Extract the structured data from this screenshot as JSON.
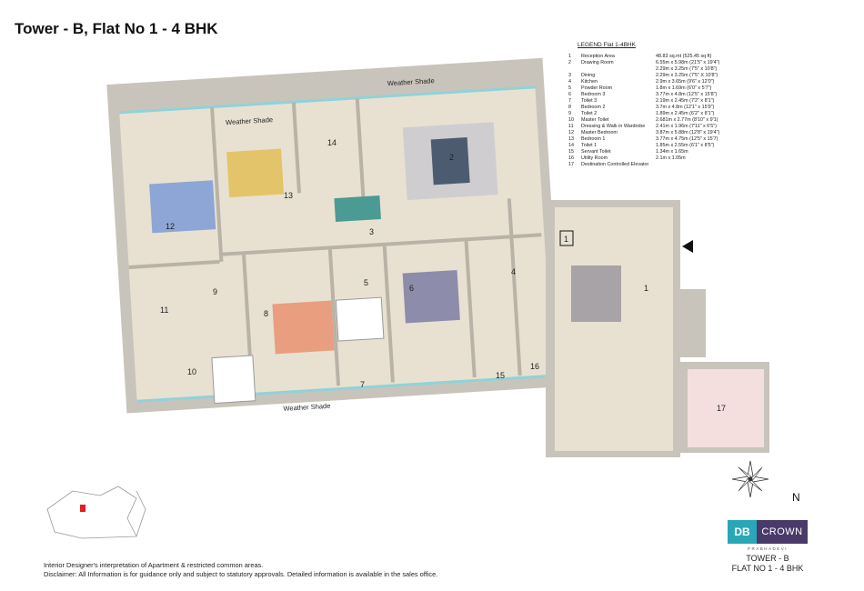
{
  "title": "Tower - B, Flat No 1 - 4 BHK",
  "legend": {
    "title": "LEGEND   Flat 1-4BHK",
    "rows": [
      {
        "n": "1",
        "name": "Reception Area",
        "size": "48.83 sq.mt (525.45 sq ft)"
      },
      {
        "n": "2",
        "name": "Drawing Room",
        "size": "6.55m x 5.98m (21'5\" x 19'4\")"
      },
      {
        "n": "",
        "name": "",
        "size": "2.29m x 3.25m (7'5\" x 10'8\")"
      },
      {
        "n": "3",
        "name": "Dining",
        "size": "2.29m x 3.25m (7'5\" X 10'8\")"
      },
      {
        "n": "4",
        "name": "Kitchen",
        "size": "2.9m x 3.65m (9'6\" x 12'0\")"
      },
      {
        "n": "5",
        "name": "Powder Room",
        "size": "1.8m x 1.69m (6'0\" x 5'7\")"
      },
      {
        "n": "6",
        "name": "Bedroom 3",
        "size": "3.77m x 4.8m (12'5\" x 15'8\")"
      },
      {
        "n": "7",
        "name": "Toilet 3",
        "size": "2.19m x 2.45m (7'2\" x 8'1\")"
      },
      {
        "n": "8",
        "name": "Bedroom 2",
        "size": "3.7m x 4.8m (12'1\" x 15'9\")"
      },
      {
        "n": "9",
        "name": "Toilet 2",
        "size": "1.89m x 2.45m (6'2\" x 8'1\")"
      },
      {
        "n": "10",
        "name": "Master Toilet",
        "size": "2.681m x 2.77m (8'10\" x 9'1)"
      },
      {
        "n": "11",
        "name": "Dressing & Walk in Wardrobe",
        "size": "2.41m x 1.96m (7'11\" x 6'5\")"
      },
      {
        "n": "12",
        "name": "Master Bedroom",
        "size": "3.87m x 5.88m (12'8\" x 19'4\")"
      },
      {
        "n": "13",
        "name": "Bedroom 1",
        "size": "3.77m x 4.75m (12'5\" x 15'7)"
      },
      {
        "n": "14",
        "name": "Toilet 1",
        "size": "1.85m x 2.55m (6'1\" x 8'5\")"
      },
      {
        "n": "15",
        "name": "Servant Toilet",
        "size": "1.34m x 1.65m"
      },
      {
        "n": "16",
        "name": "Utility Room",
        "size": "2.1m x 1.05m"
      },
      {
        "n": "17",
        "name": "Destination Controlled Elevator",
        "size": ""
      }
    ]
  },
  "plan": {
    "rooms": [
      {
        "label": "1"
      },
      {
        "label": "2"
      },
      {
        "label": "3"
      },
      {
        "label": "4"
      },
      {
        "label": "5"
      },
      {
        "label": "6"
      },
      {
        "label": "7"
      },
      {
        "label": "8"
      },
      {
        "label": "9"
      },
      {
        "label": "10"
      },
      {
        "label": "11"
      },
      {
        "label": "12"
      },
      {
        "label": "13"
      },
      {
        "label": "14"
      },
      {
        "label": "15"
      },
      {
        "label": "16"
      },
      {
        "label": "17"
      }
    ],
    "weather_shade_1": "Weather Shade",
    "weather_shade_2": "Weather Shade",
    "weather_shade_3": "Weather Shade",
    "colors": {
      "floor": "#e8e1d2",
      "wall": "#c9c4bb",
      "glass": "#8fd3d8",
      "elevator": "#f4dede"
    }
  },
  "compass_label": "N",
  "brand": {
    "db": "DB",
    "crown": "CROWN",
    "sub": "PRABHADEVI"
  },
  "tower_line1": "TOWER - B",
  "tower_line2": "FLAT NO 1 - 4 BHK",
  "disclaimer1": "Interior Designer's interpretation of Apartment & restricted common areas.",
  "disclaimer2": "Disclaimer: All Information is for guidance only and subject to statutory approvals. Detailed information is available in the sales office."
}
